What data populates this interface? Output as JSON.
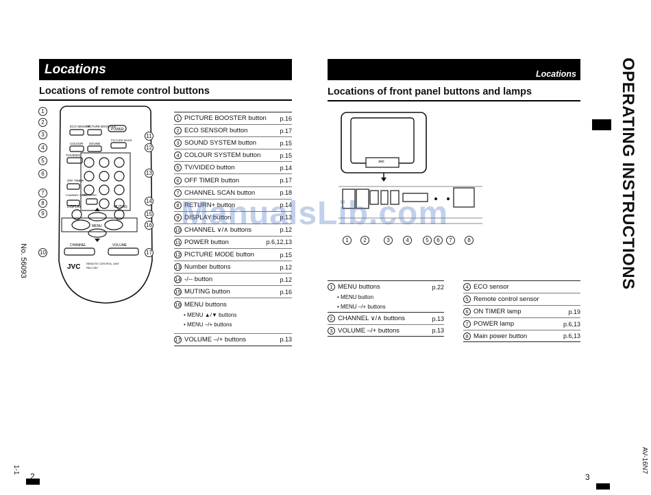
{
  "left": {
    "header": "Locations",
    "section_title": "Locations of remote control buttons",
    "items": [
      {
        "n": "1",
        "label": "PICTURE BOOSTER button",
        "page": "p.16"
      },
      {
        "n": "2",
        "label": "ECO SENSOR button",
        "page": "p.17"
      },
      {
        "n": "3",
        "label": "SOUND SYSTEM button",
        "page": "p.15"
      },
      {
        "n": "4",
        "label": "COLOUR SYSTEM button",
        "page": "p.15"
      },
      {
        "n": "5",
        "label": "TV/VIDEO button",
        "page": "p.14"
      },
      {
        "n": "6",
        "label": "OFF TIMER button",
        "page": "p.17"
      },
      {
        "n": "7",
        "label": "CHANNEL SCAN button",
        "page": "p.18"
      },
      {
        "n": "8",
        "label": "RETURN+ button",
        "page": "p.14"
      },
      {
        "n": "9",
        "label": "DISPLAY button",
        "page": "p.13"
      },
      {
        "n": "10",
        "label": "CHANNEL ∨/∧ buttons",
        "page": "p.12"
      },
      {
        "n": "11",
        "label": "POWER button",
        "page": "p.6,12,13"
      },
      {
        "n": "12",
        "label": "PICTURE MODE button",
        "page": "p.15"
      },
      {
        "n": "13",
        "label": "Number buttons",
        "page": "p.12"
      },
      {
        "n": "14",
        "label": "-/-- button",
        "page": "p.12"
      },
      {
        "n": "15",
        "label": "MUTING button",
        "page": "p.16"
      }
    ],
    "menu_item": {
      "n": "16",
      "label": "MENU buttons",
      "subs": [
        "• MENU ▲/▼ buttons",
        "• MENU –/+ buttons"
      ]
    },
    "volume_item": {
      "n": "17",
      "label": "VOLUME –/+ buttons",
      "page": "p.13"
    },
    "page_number": "2",
    "doc_number": "No. 56093",
    "corner": "1-1"
  },
  "right": {
    "header": "Locations",
    "section_title": "Locations of front panel buttons and lamps",
    "col1": {
      "menu": {
        "n": "1",
        "label": "MENU buttons",
        "page": "p.22",
        "subs": [
          "• MENU button",
          "• MENU –/+ buttons"
        ]
      },
      "items": [
        {
          "n": "2",
          "label": "CHANNEL ∨/∧ buttons",
          "page": "p.13"
        },
        {
          "n": "3",
          "label": "VOLUME –/+ buttons",
          "page": "p.13"
        }
      ]
    },
    "col2": [
      {
        "n": "4",
        "label": "ECO sensor",
        "page": ""
      },
      {
        "n": "5",
        "label": "Remote control sensor",
        "page": ""
      },
      {
        "n": "6",
        "label": "ON TIMER lamp",
        "page": "p.19"
      },
      {
        "n": "7",
        "label": "POWER lamp",
        "page": "p.6,13"
      },
      {
        "n": "8",
        "label": "Main power button",
        "page": "p.6,13"
      }
    ],
    "panel_callouts": [
      "1",
      "2",
      "3",
      "4",
      "5",
      "6",
      "7",
      "8"
    ],
    "side_title": "OPERATING INSTRUCTIONS",
    "model": "AV-16N7",
    "page_number": "3"
  },
  "remote": {
    "callouts_left": [
      "1",
      "2",
      "3",
      "4",
      "5",
      "6",
      "7",
      "8",
      "9",
      "10"
    ],
    "callouts_right": [
      "11",
      "12",
      "13",
      "14",
      "15",
      "16",
      "17"
    ],
    "labels": {
      "eco": "ECO SENSOR",
      "booster": "PICTURE BOOSTER",
      "power": "POWER",
      "colour": "COLOUR",
      "sound": "SOUND",
      "mode": "PICTURE MODE",
      "tvvideo": "TV/VIDEO",
      "offtimer": "OFF TIMER",
      "chscan": "CHANNEL SCAN",
      "return": "RETURN+",
      "display": "DISPLAY",
      "muting": "MUTING",
      "menu": "MENU",
      "channel": "CHANNEL",
      "volume": "VOLUME",
      "brand": "JVC",
      "unit": "REMOTE CONTROL UNIT",
      "model": "RM-C367"
    }
  },
  "tv": {
    "brand": "JVC"
  },
  "watermark": "ManualsLib.com"
}
